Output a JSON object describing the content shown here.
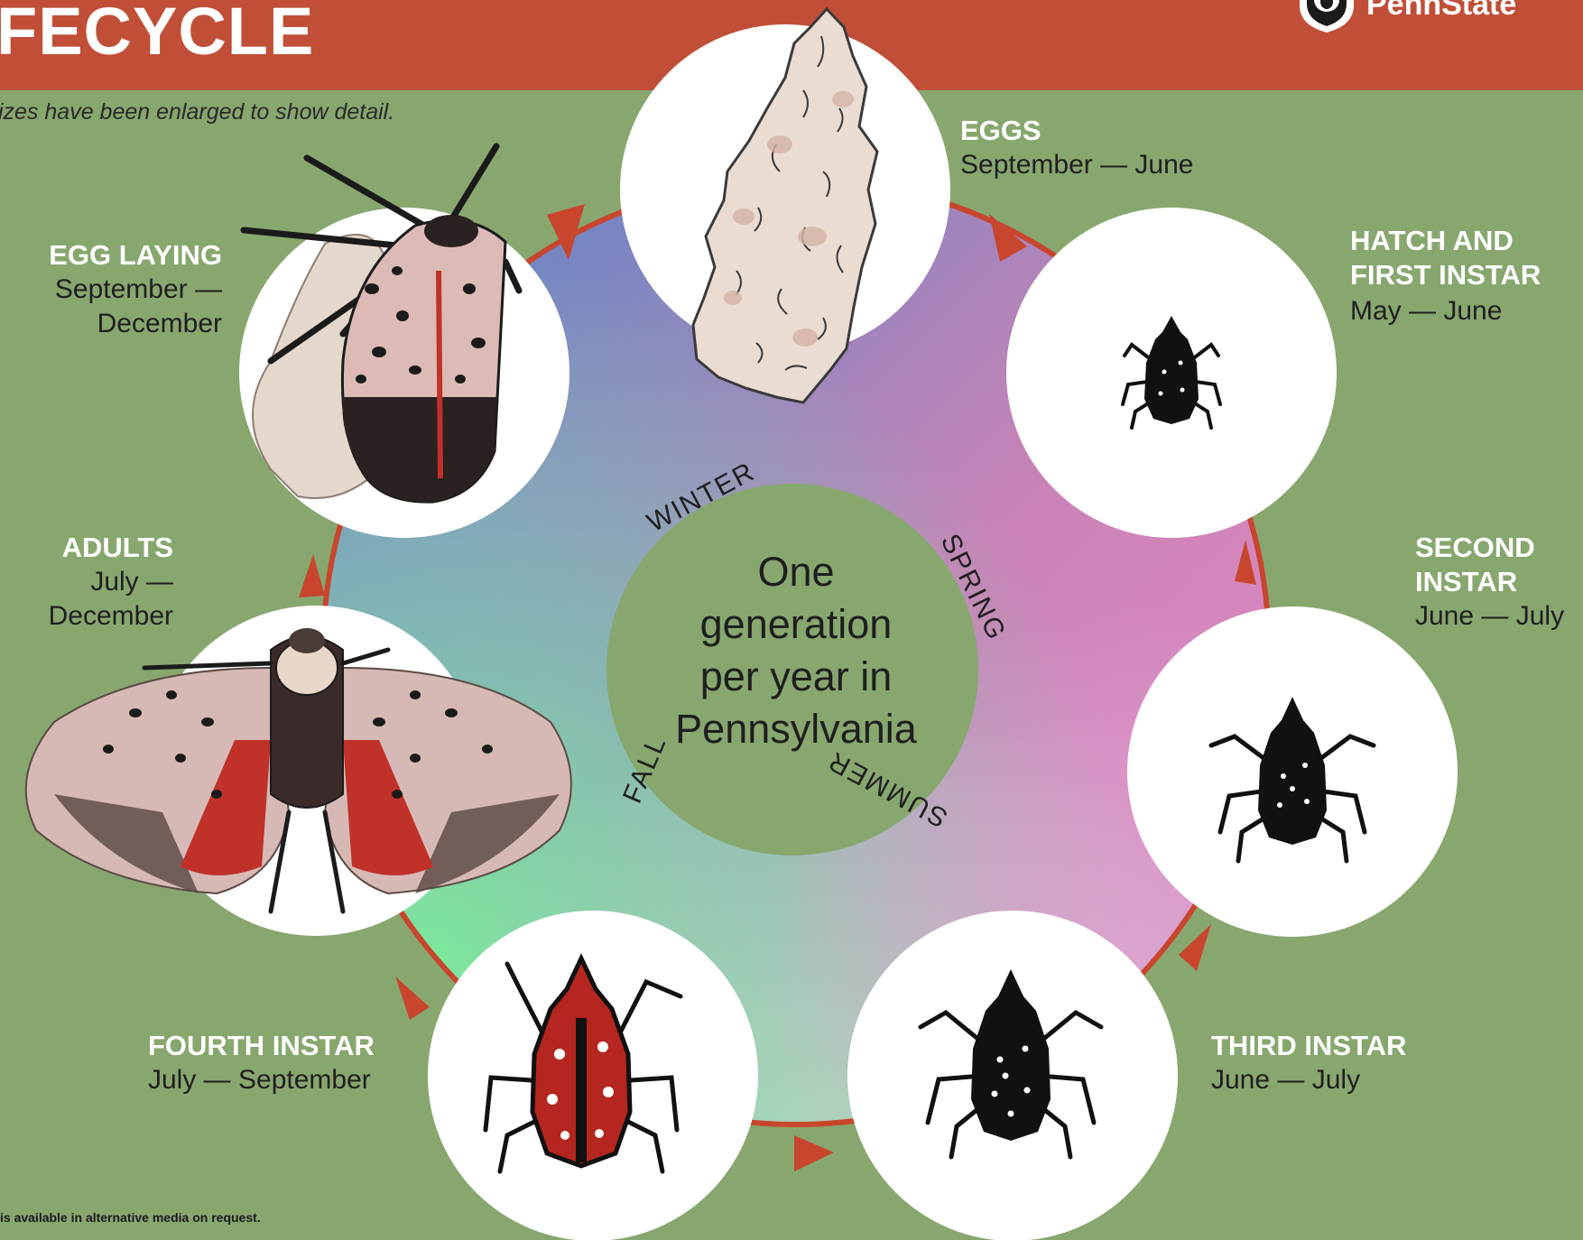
{
  "header": {
    "title": "FECYCLE",
    "brand": "PennState"
  },
  "subtitle": "izes have been enlarged to show detail.",
  "center": {
    "text_lines": [
      "One",
      "generation",
      "per year in",
      "Pennsylvania"
    ]
  },
  "seasons": [
    "WINTER",
    "SPRING",
    "SUMMER",
    "FALL"
  ],
  "stages": [
    {
      "id": "eggs",
      "label_lines": [
        "EGGS"
      ],
      "dates_lines": [
        "September — June"
      ]
    },
    {
      "id": "hatch",
      "label_lines": [
        "HATCH AND",
        "FIRST INSTAR"
      ],
      "dates_lines": [
        "May — June"
      ]
    },
    {
      "id": "second",
      "label_lines": [
        "SECOND",
        "INSTAR"
      ],
      "dates_lines": [
        "June — July"
      ]
    },
    {
      "id": "third",
      "label_lines": [
        "THIRD INSTAR"
      ],
      "dates_lines": [
        "June — July"
      ]
    },
    {
      "id": "fourth",
      "label_lines": [
        "FOURTH INSTAR"
      ],
      "dates_lines": [
        "July — September"
      ]
    },
    {
      "id": "adults",
      "label_lines": [
        "ADULTS"
      ],
      "dates_lines": [
        "July —",
        "December"
      ]
    },
    {
      "id": "egglaying",
      "label_lines": [
        "EGG LAYING"
      ],
      "dates_lines": [
        "September —",
        "December"
      ]
    }
  ],
  "footer": {
    "note": "is available in alternative media on request."
  },
  "colors": {
    "background": "#88a76f",
    "header": "#c14f38",
    "arrow": "#c8462e",
    "winter": "#6f8fc7",
    "spring": "#e07cc3",
    "summer": "#d39ccb",
    "fall": "#86e39a"
  },
  "icons": [
    "lion-shield-icon",
    "egg-mass-icon",
    "nymph-first-icon",
    "nymph-second-icon",
    "nymph-third-icon",
    "nymph-fourth-icon",
    "adult-moth-icon",
    "egg-laying-moth-icon"
  ]
}
